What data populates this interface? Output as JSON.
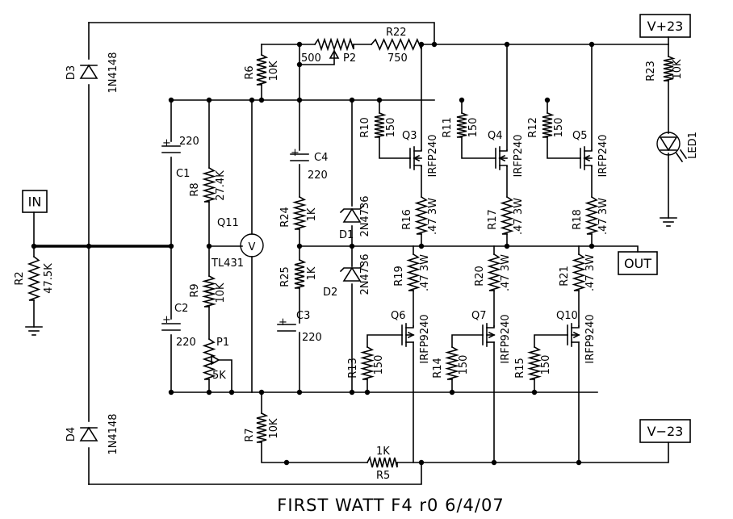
{
  "title": "FIRST WATT F4   r0   6/4/07",
  "ports": {
    "in": "IN",
    "out": "OUT",
    "vpos": "V+23",
    "vneg": "V−23"
  },
  "diodes": {
    "d3": {
      "ref": "D3",
      "part": "1N4148"
    },
    "d4": {
      "ref": "D4",
      "part": "1N4148"
    },
    "d1": {
      "ref": "D1",
      "part": "2N4736"
    },
    "d2": {
      "ref": "D2",
      "part": "2N4736"
    },
    "led1": {
      "ref": "LED1"
    }
  },
  "resistors": {
    "r2": {
      "ref": "R2",
      "value": "47.5K"
    },
    "r5": {
      "ref": "R5",
      "value": "1K"
    },
    "r6": {
      "ref": "R6",
      "value": "10K"
    },
    "r7": {
      "ref": "R7",
      "value": "10K"
    },
    "r8": {
      "ref": "R8",
      "value": "27.4K"
    },
    "r9": {
      "ref": "R9",
      "value": "10K"
    },
    "r10": {
      "ref": "R10",
      "value": "150"
    },
    "r11": {
      "ref": "R11",
      "value": "150"
    },
    "r12": {
      "ref": "R12",
      "value": "150"
    },
    "r13": {
      "ref": "R13",
      "value": "150"
    },
    "r14": {
      "ref": "R14",
      "value": "150"
    },
    "r15": {
      "ref": "R15",
      "value": "150"
    },
    "r16": {
      "ref": "R16",
      "value": ".47 3W"
    },
    "r17": {
      "ref": "R17",
      "value": ".47 3W"
    },
    "r18": {
      "ref": "R18",
      "value": ".47 3W"
    },
    "r19": {
      "ref": "R19",
      "value": ".47 3W"
    },
    "r20": {
      "ref": "R20",
      "value": ".47 3W"
    },
    "r21": {
      "ref": "R21",
      "value": ".47 3W"
    },
    "r22": {
      "ref": "R22",
      "value": "750"
    },
    "r23": {
      "ref": "R23",
      "value": "10K"
    },
    "r24": {
      "ref": "R24",
      "value": "1K"
    },
    "r25": {
      "ref": "R25",
      "value": "1K"
    }
  },
  "pots": {
    "p1": {
      "ref": "P1",
      "value": "5K"
    },
    "p2": {
      "ref": "P2",
      "value": "500"
    }
  },
  "capacitors": {
    "c1": {
      "ref": "C1",
      "value": "220"
    },
    "c2": {
      "ref": "C2",
      "value": "220"
    },
    "c3": {
      "ref": "C3",
      "value": "220"
    },
    "c4": {
      "ref": "C4",
      "value": "220"
    }
  },
  "transistors": {
    "q3": {
      "ref": "Q3",
      "part": "IRFP240"
    },
    "q4": {
      "ref": "Q4",
      "part": "IRFP240"
    },
    "q5": {
      "ref": "Q5",
      "part": "IRFP240"
    },
    "q6": {
      "ref": "Q6",
      "part": "IRFP9240"
    },
    "q7": {
      "ref": "Q7",
      "part": "IRFP9240"
    },
    "q10": {
      "ref": "Q10",
      "part": "IRFP9240"
    },
    "q11": {
      "ref": "Q11",
      "part": "TL431",
      "symbol": "V"
    }
  },
  "marks": {
    "plus": "+"
  }
}
